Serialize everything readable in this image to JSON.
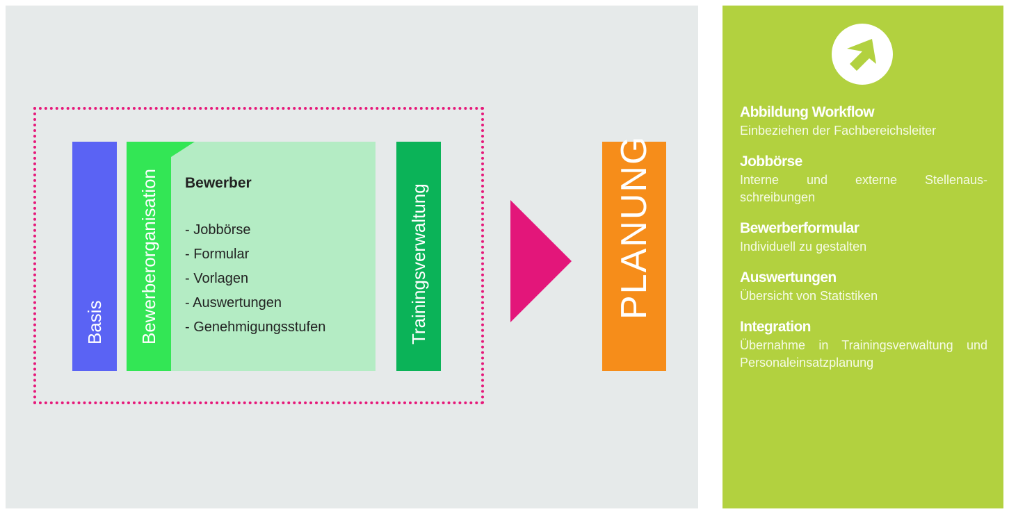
{
  "diagram": {
    "basis_label": "Basis",
    "bewerberorganisation_label": "Bewerberorganisation",
    "bewerber": {
      "title": "Bewerber",
      "items": [
        "- Jobbörse",
        "- Formular",
        "- Vorlagen",
        "- Auswertungen",
        "- Genehmigungsstufen"
      ]
    },
    "trainingsverwaltung_label": "Trainingsverwaltung",
    "planung_label": "PLANUNG",
    "colors": {
      "background": "#e6eaea",
      "frame": "#e6197a",
      "basis": "#5a63f4",
      "bewerberorganisation": "#33e655",
      "bewerber_box": "#b4ecc4",
      "trainingsverwaltung": "#0bb358",
      "arrow": "#e3167a",
      "planung": "#f68d1a"
    }
  },
  "info_panel": {
    "icon": "arrow-up-right-icon",
    "color": "#b2d13f",
    "items": [
      {
        "heading": "Abbildung Workflow",
        "text": "Einbeziehen der Fachbereichsleiter"
      },
      {
        "heading": "Jobbörse",
        "text": "Interne und externe Stellenaus-schreibungen"
      },
      {
        "heading": "Bewerberformular",
        "text": "Individuell zu gestalten"
      },
      {
        "heading": "Auswertungen",
        "text": "Übersicht von Statistiken"
      },
      {
        "heading": "Integration",
        "text": "Übernahme in Trainingsverwaltung und Personaleinsatzplanung"
      }
    ]
  }
}
